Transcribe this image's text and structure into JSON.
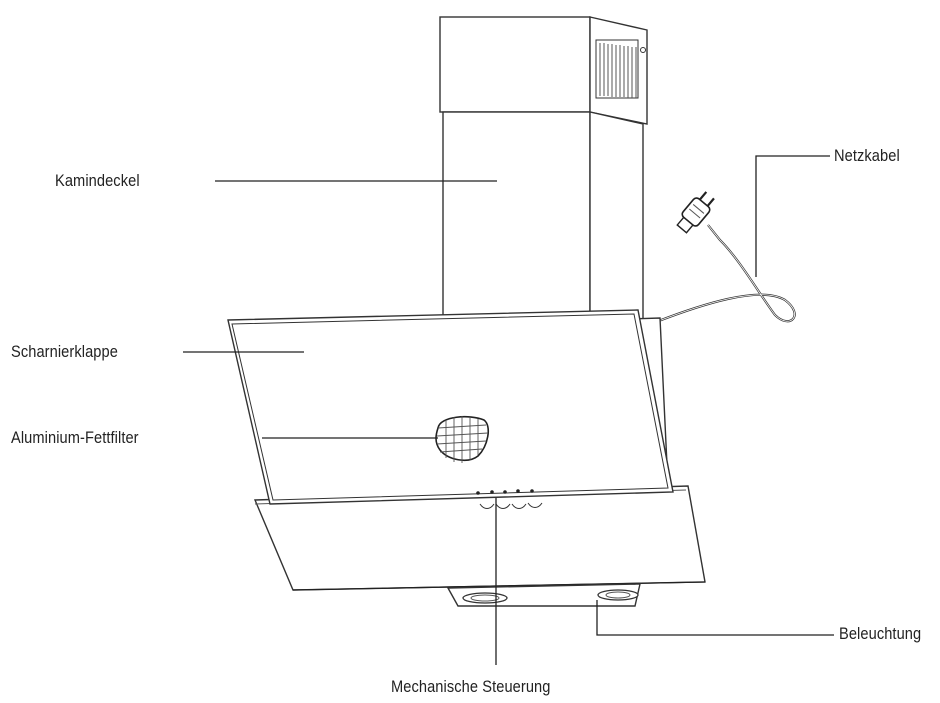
{
  "labels": {
    "chimney_cover": "Kamindeckel",
    "power_cable": "Netzkabel",
    "hinged_flap": "Scharnierklappe",
    "grease_filter": "Aluminium-Fettfilter",
    "lighting": "Beleuchtung",
    "mechanical_control": "Mechanische Steuerung"
  },
  "colors": {
    "line": "#222222",
    "background": "#ffffff"
  }
}
